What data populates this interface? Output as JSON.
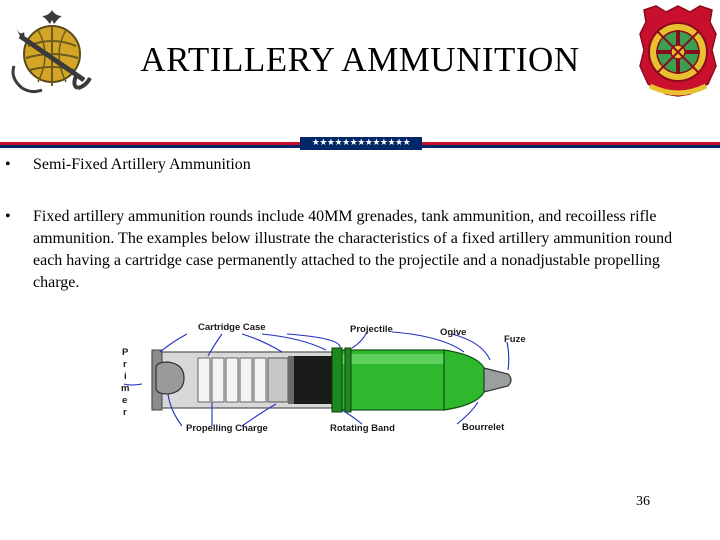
{
  "slide": {
    "title": "ARTILLERY AMMUNITION",
    "stars": "★★★★★★★★★★★★★",
    "bullets": [
      "Semi-Fixed Artillery Ammunition",
      "Fixed artillery ammunition rounds include 40MM grenades, tank ammunition, and recoilless rifle ammunition. The examples below illustrate the characteristics of a fixed artillery ammunition round each having a cartridge case permanently attached to the projectile and a nonadjustable propelling charge."
    ],
    "bullet_marker": "•",
    "page_number": "36"
  },
  "diagram": {
    "labels": {
      "cartridge_case": "Cartridge Case",
      "projectile": "Projectile",
      "ogive": "Ogive",
      "fuze": "Fuze",
      "propelling_charge": "Propelling Charge",
      "rotating_band": "Rotating Band",
      "bourrelet": "Bourrelet",
      "primer": [
        "P",
        "r",
        "i",
        "m",
        "e",
        "r"
      ]
    },
    "colors": {
      "projectile_green": "#2eb82e",
      "annotation_blue": "#2030c0",
      "case_gray": "#8c8c8c"
    }
  },
  "logos": {
    "left": "globe-anchor-emblem",
    "right": "unit-insignia"
  }
}
